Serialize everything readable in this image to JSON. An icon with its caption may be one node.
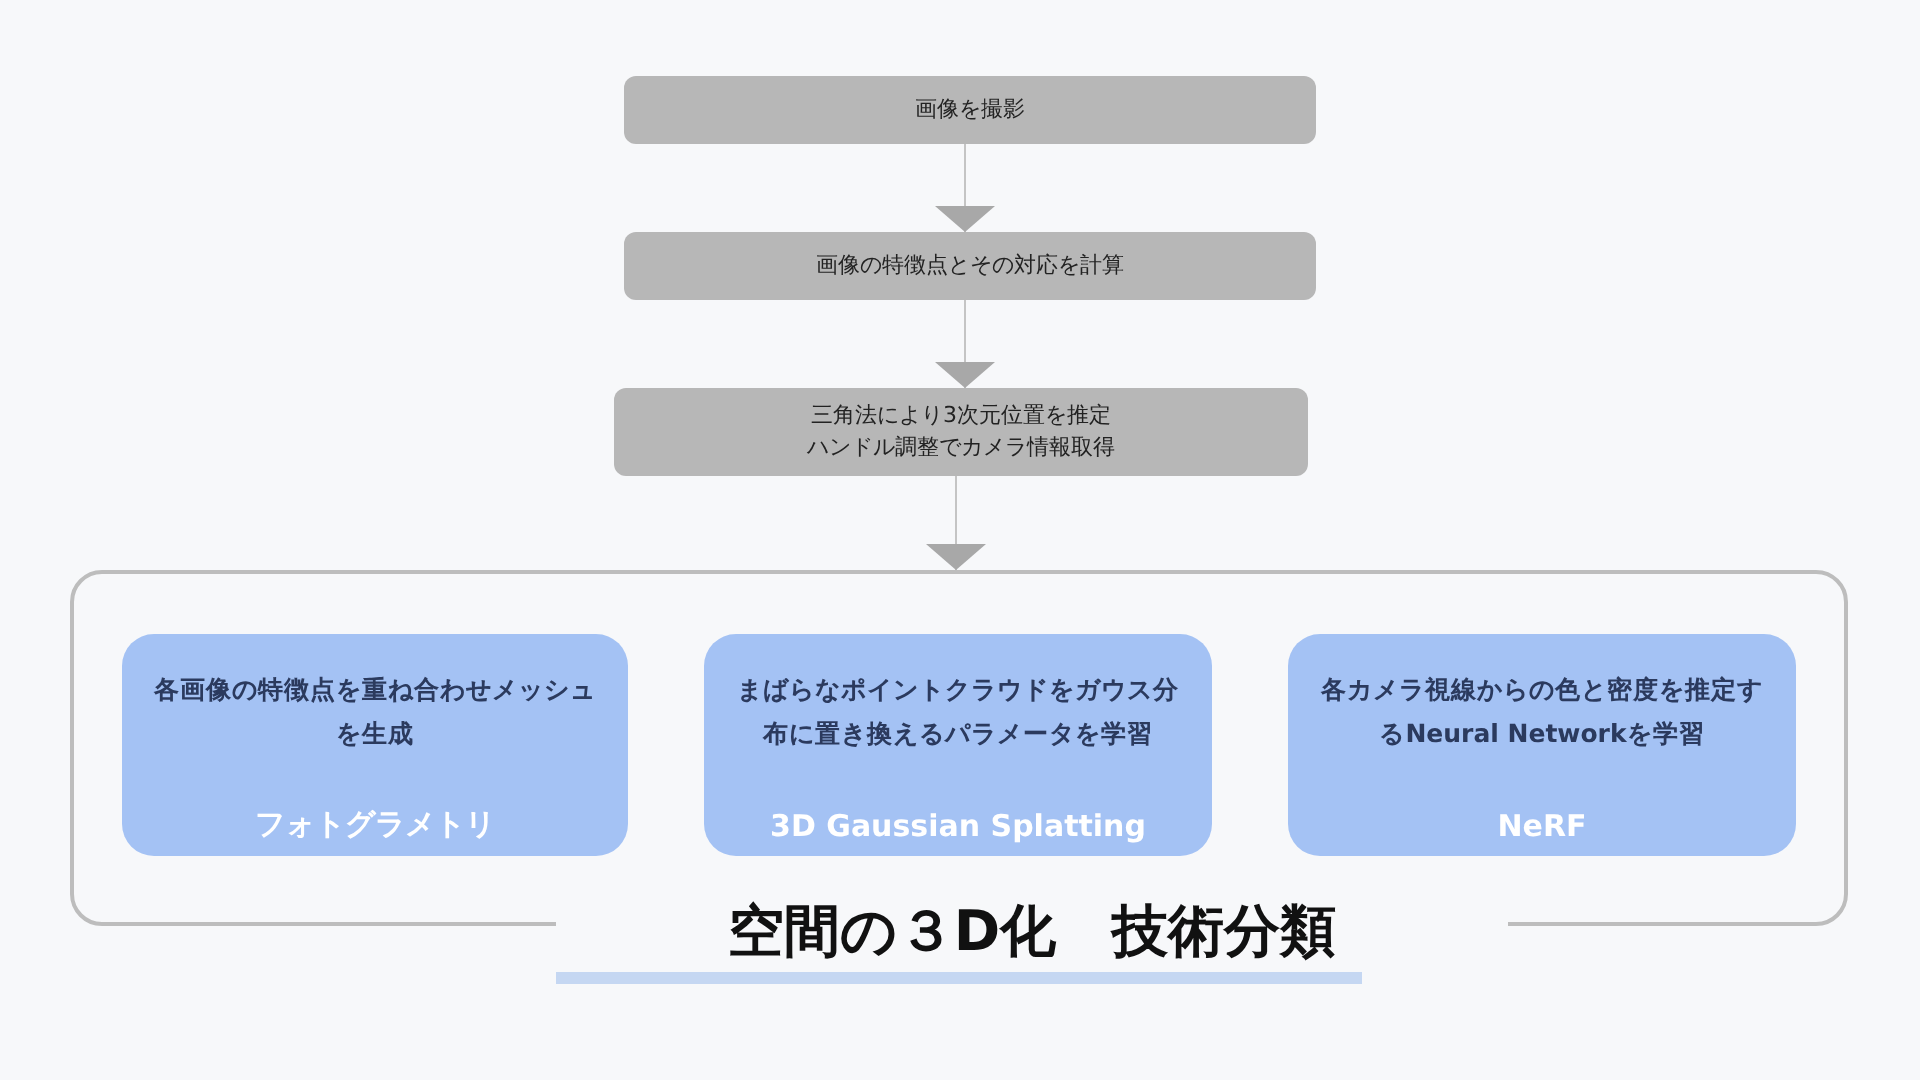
{
  "diagram": {
    "nodes": [
      {
        "text": [
          "画像を撮影"
        ]
      },
      {
        "text": [
          "画像の特徴点とその対応を計算"
        ]
      },
      {
        "text": [
          "三角法により3次元位置を推定",
          "ハンドル調整でカメラ情報取得"
        ]
      },
      {
        "text": [
          "空間の３D化　技術分類"
        ]
      },
      {
        "text": [
          "各画像の特徴点を重ね合わせメッシュを生成",
          "フォトグラメトリ"
        ],
        "in": 3
      },
      {
        "text": [
          "まばらなポイントクラウドをガウス分布に置き換えるパラメータを学習",
          "3D Gaussian Splatting"
        ],
        "in": 3
      },
      {
        "text": [
          "各カメラ視線からの色と密度を推定するNeural Networkを学習",
          "NeRF"
        ],
        "in": 3
      }
    ],
    "edges": [
      {
        "from": 0,
        "to": 1,
        "arrow": "to"
      },
      {
        "from": 1,
        "to": 2,
        "arrow": "to"
      },
      {
        "from": 2,
        "to": 3,
        "arrow": "to"
      }
    ]
  }
}
